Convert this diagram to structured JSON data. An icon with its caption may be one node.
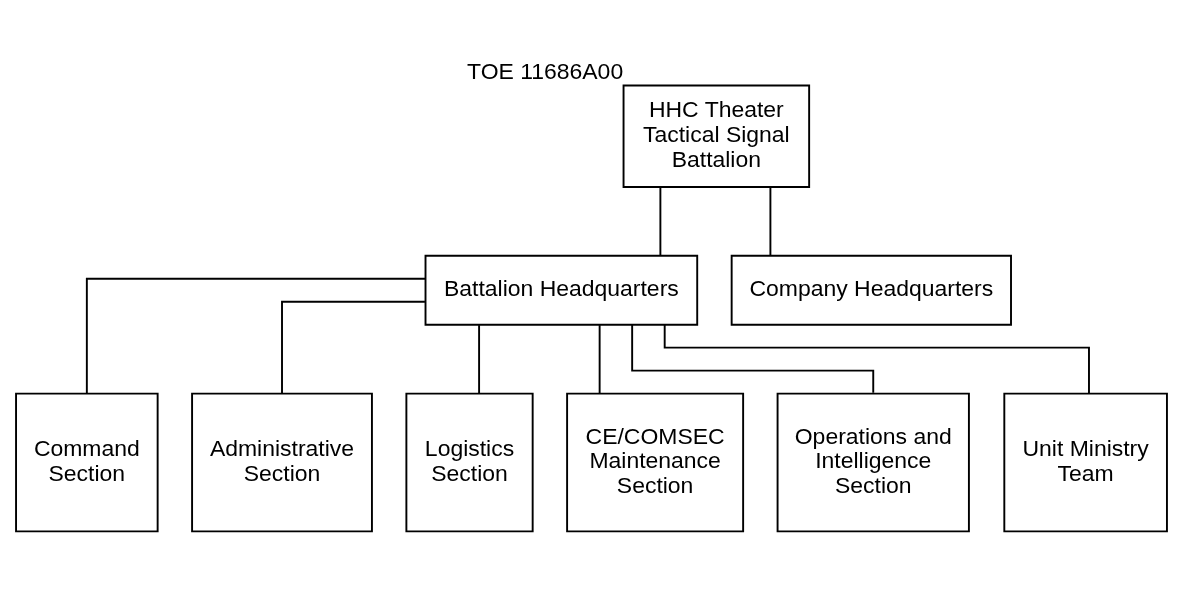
{
  "diagram": {
    "nodes": [
      {
        "text": [
          "HHC Theater Tactical Signal Battalion"
        ],
        "beside": [
          "TOE 11686A00"
        ]
      },
      {
        "text": [
          "Battalion Headquarters"
        ]
      },
      {
        "text": [
          "Company Headquarters"
        ]
      },
      {
        "text": [
          "Command Section"
        ]
      },
      {
        "text": [
          "Administrative Section"
        ]
      },
      {
        "text": [
          "Logistics Section"
        ]
      },
      {
        "text": [
          "CE/COMSEC Maintenance Section"
        ]
      },
      {
        "text": [
          "Operations and Intelligence Section"
        ]
      },
      {
        "text": [
          "Unit Ministry Team"
        ]
      }
    ],
    "edges": [
      {
        "from": 0,
        "to": 1,
        "arrow": "none"
      },
      {
        "from": 0,
        "to": 2,
        "arrow": "none"
      },
      {
        "from": 1,
        "to": 3,
        "arrow": "none"
      },
      {
        "from": 1,
        "to": 4,
        "arrow": "none"
      },
      {
        "from": 1,
        "to": 5,
        "arrow": "none"
      },
      {
        "from": 1,
        "to": 6,
        "arrow": "none"
      },
      {
        "from": 1,
        "to": 7,
        "arrow": "none"
      },
      {
        "from": 1,
        "to": 8,
        "arrow": "none"
      }
    ]
  }
}
